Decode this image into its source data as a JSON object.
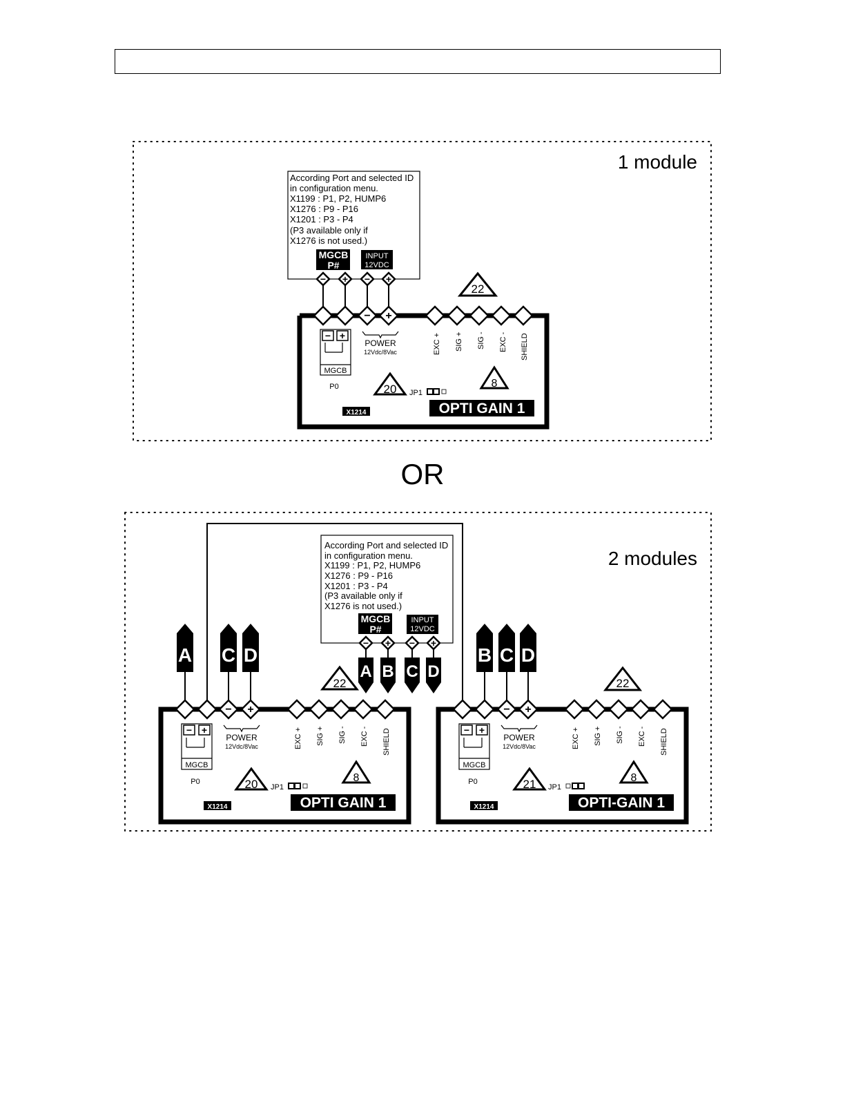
{
  "header_text": "",
  "separator": "OR",
  "panel1": {
    "title": "1 module",
    "note": [
      "According Port and selected ID",
      "in configuration menu.",
      "X1199 : P1, P2, HUMP6",
      "X1276 : P9 - P16",
      "X1201 : P3 - P4",
      "(P3 available only if",
      " X1276 is not used.)"
    ],
    "mgcb_label": [
      "MGCB",
      "P#"
    ],
    "input_label": [
      "INPUT",
      "12VDC"
    ],
    "triangle_top": "22",
    "module": {
      "terminals": [
        "EXC +",
        "SIG +",
        "SIG -",
        "EXC -",
        "SHIELD"
      ],
      "power": [
        "POWER",
        "12Vdc/8Vac"
      ],
      "mgcb": "MGCB",
      "p0": "P0",
      "tri_left": "20",
      "tri_right": "8",
      "jp1": "JP1",
      "part": "X1214",
      "name": "OPTI GAIN 1"
    }
  },
  "panel2": {
    "title": "2 modules",
    "note": [
      "According Port and selected ID",
      "in configuration menu.",
      "X1199 : P1, P2, HUMP6",
      "X1276 : P9 - P16",
      "X1201 : P3 - P4",
      "(P3 available only if",
      " X1276 is not used.)"
    ],
    "mgcb_label": [
      "MGCB",
      "P#"
    ],
    "input_label": [
      "INPUT",
      "12VDC"
    ],
    "connectors_down": [
      "A",
      "B",
      "C",
      "D"
    ],
    "connectors_left": [
      "A",
      "C",
      "D"
    ],
    "connectors_right": [
      "B",
      "C",
      "D"
    ],
    "tri_mid": "22",
    "tri_right_top": "22",
    "module_left": {
      "terminals": [
        "EXC +",
        "SIG +",
        "SIG -",
        "EXC -",
        "SHIELD"
      ],
      "power": [
        "POWER",
        "12Vdc/8Vac"
      ],
      "mgcb": "MGCB",
      "p0": "P0",
      "tri_left": "20",
      "tri_right": "8",
      "jp1": "JP1",
      "part": "X1214",
      "name": "OPTI GAIN 1"
    },
    "module_right": {
      "terminals": [
        "EXC +",
        "SIG +",
        "SIG -",
        "EXC -",
        "SHIELD"
      ],
      "power": [
        "POWER",
        "12Vdc/8Vac"
      ],
      "mgcb": "MGCB",
      "p0": "P0",
      "tri_left": "21",
      "tri_right": "8",
      "jp1": "JP1",
      "part": "X1214",
      "name": "OPTI-GAIN 1"
    }
  }
}
